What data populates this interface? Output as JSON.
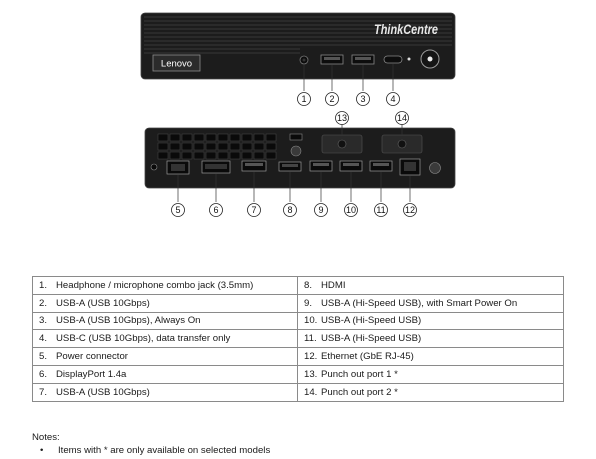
{
  "front_logo": "Lenovo",
  "brand": "ThinkCentre",
  "callouts": [
    "1",
    "2",
    "3",
    "4",
    "5",
    "6",
    "7",
    "8",
    "9",
    "10",
    "11",
    "12",
    "13",
    "14"
  ],
  "ports_table": [
    [
      {
        "num": "1.",
        "label": "Headphone / microphone combo jack (3.5mm)"
      },
      {
        "num": "8.",
        "label": "HDMI"
      }
    ],
    [
      {
        "num": "2.",
        "label": "USB-A (USB 10Gbps)"
      },
      {
        "num": "9.",
        "label": "USB-A (Hi-Speed USB), with Smart Power On"
      }
    ],
    [
      {
        "num": "3.",
        "label": "USB-A (USB 10Gbps), Always On"
      },
      {
        "num": "10.",
        "label": "USB-A (Hi-Speed USB)"
      }
    ],
    [
      {
        "num": "4.",
        "label": "USB-C (USB 10Gbps), data transfer only"
      },
      {
        "num": "11.",
        "label": "USB-A (Hi-Speed USB)"
      }
    ],
    [
      {
        "num": "5.",
        "label": "Power connector"
      },
      {
        "num": "12.",
        "label": "Ethernet (GbE RJ-45)"
      }
    ],
    [
      {
        "num": "6.",
        "label": "DisplayPort 1.4a"
      },
      {
        "num": "13.",
        "label": "Punch out port 1 *"
      }
    ],
    [
      {
        "num": "7.",
        "label": "USB-A (USB 10Gbps)"
      },
      {
        "num": "14.",
        "label": "Punch out port 2 *"
      }
    ]
  ],
  "notes": {
    "title": "Notes:",
    "bullet": "•",
    "items": [
      "Items with * are only available on selected models"
    ]
  }
}
